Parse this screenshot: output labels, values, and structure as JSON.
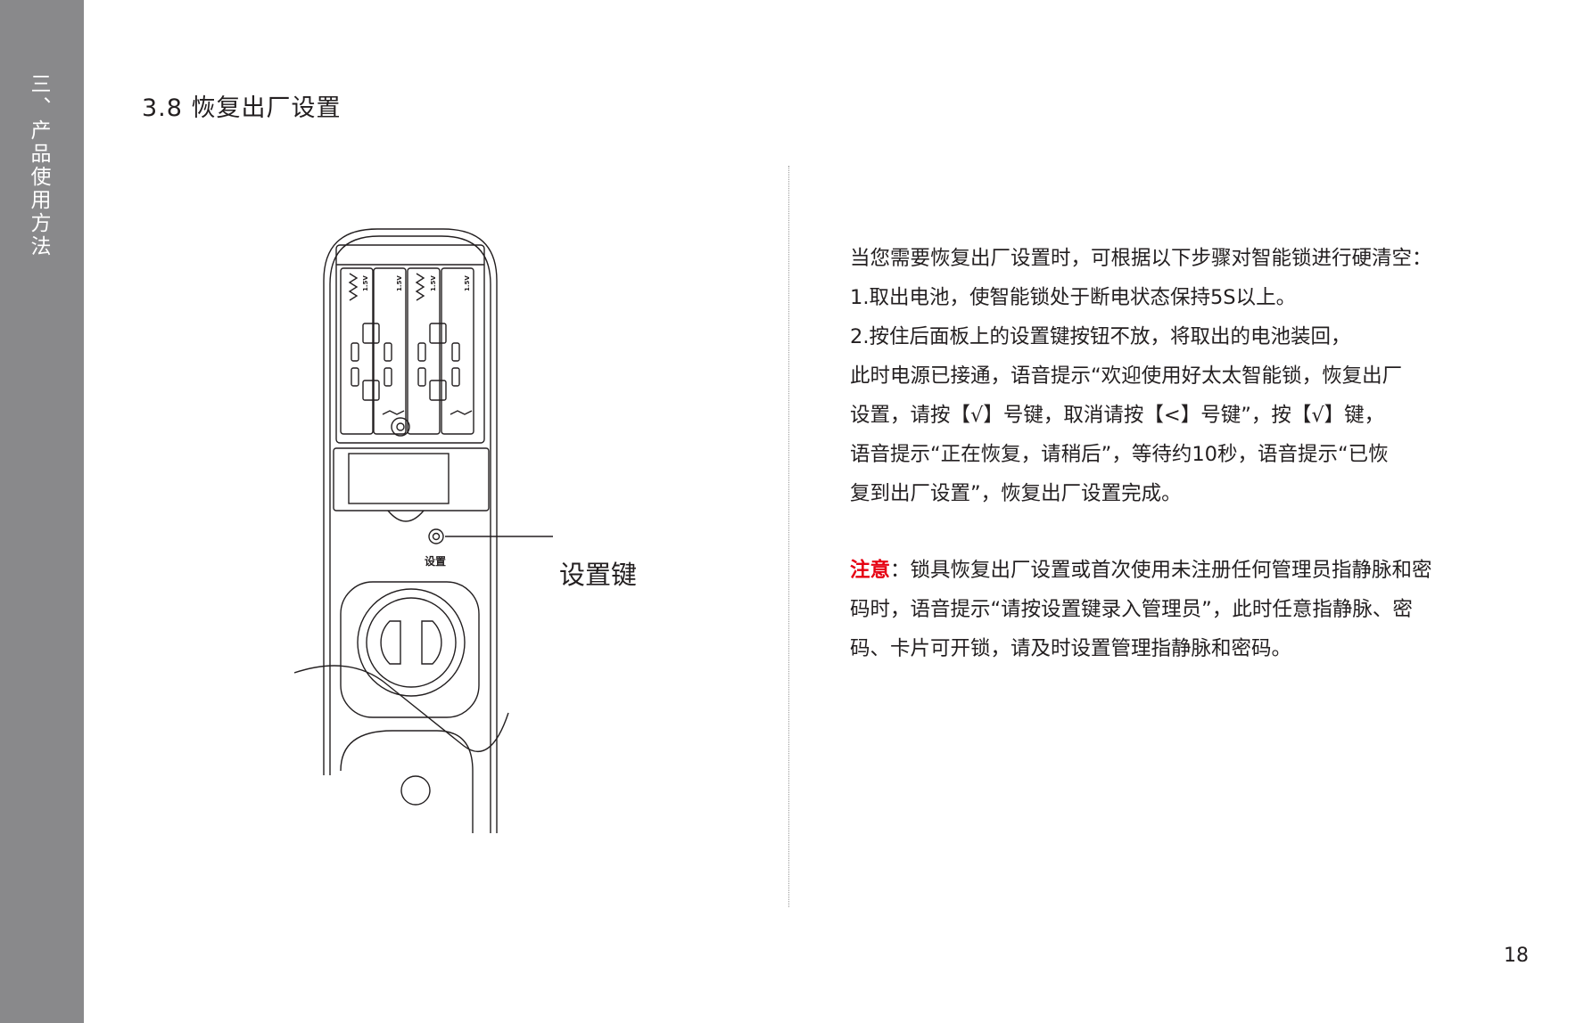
{
  "sidebar": {
    "chapter": "三、产品使用方法"
  },
  "section": {
    "title": "3.8 恢复出厂设置"
  },
  "diagram": {
    "battery_label": "1.5V",
    "button_caption": "设置",
    "callout": "设置键"
  },
  "instructions": {
    "lines": [
      "当您需要恢复出厂设置时，可根据以下步骤对智能锁进行硬清空：",
      "1.取出电池，使智能锁处于断电状态保持5S以上。",
      "2.按住后面板上的设置键按钮不放，将取出的电池装回，",
      "此时电源已接通，语音提示“欢迎使用好太太智能锁，恢复出厂",
      "设置，请按【√】号键，取消请按【<】号键”，按【√】键，",
      "语音提示“正在恢复，请稍后”，等待约10秒，语音提示“已恢",
      "复到出厂设置”，恢复出厂设置完成。"
    ]
  },
  "note": {
    "label": "注意",
    "separator": "：",
    "lines": [
      "锁具恢复出厂设置或首次使用未注册任何管理员指静脉和密",
      "码时，语音提示“请按设置键录入管理员”，此时任意指静脉、密",
      "码、卡片可开锁，请及时设置管理指静脉和密码。"
    ]
  },
  "page": {
    "number": "18"
  },
  "colors": {
    "sidebar": "#89898b",
    "note_label": "#e60012",
    "text": "#231f20"
  }
}
